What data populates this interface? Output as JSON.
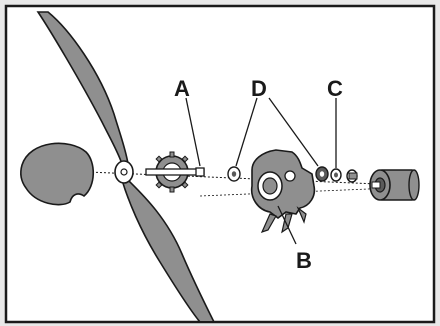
{
  "callouts": {
    "a": "A",
    "b": "B",
    "c": "C",
    "d": "D"
  },
  "colors": {
    "page_background": "#e8e8e8",
    "panel_background": "#ffffff",
    "border": "#1a1a1a",
    "part_gray": "#8f8f8f",
    "part_dark": "#5a5a5a"
  }
}
